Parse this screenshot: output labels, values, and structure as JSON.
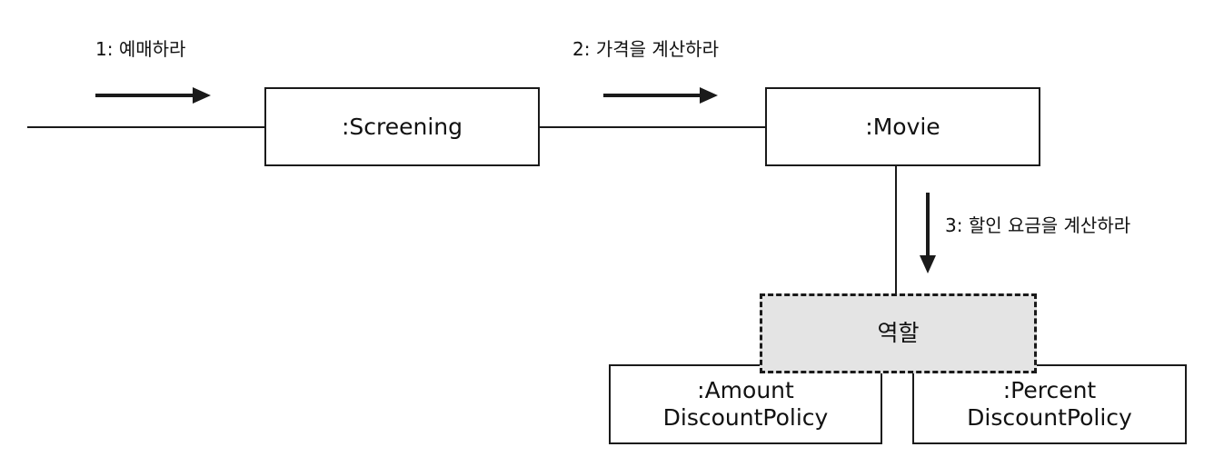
{
  "messages": {
    "m1": "1: 예매하라",
    "m2": "2: 가격을 계산하라",
    "m3": "3: 할인 요금을 계산하라"
  },
  "objects": {
    "screening": ":Screening",
    "movie": ":Movie",
    "role": "역할",
    "amount_line1": ":Amount",
    "amount_line2": "DiscountPolicy",
    "percent_line1": ":Percent",
    "percent_line2": "DiscountPolicy"
  },
  "colors": {
    "line": "#1a1a1a",
    "role_fill": "#e4e4e4",
    "box_fill": "#ffffff"
  }
}
